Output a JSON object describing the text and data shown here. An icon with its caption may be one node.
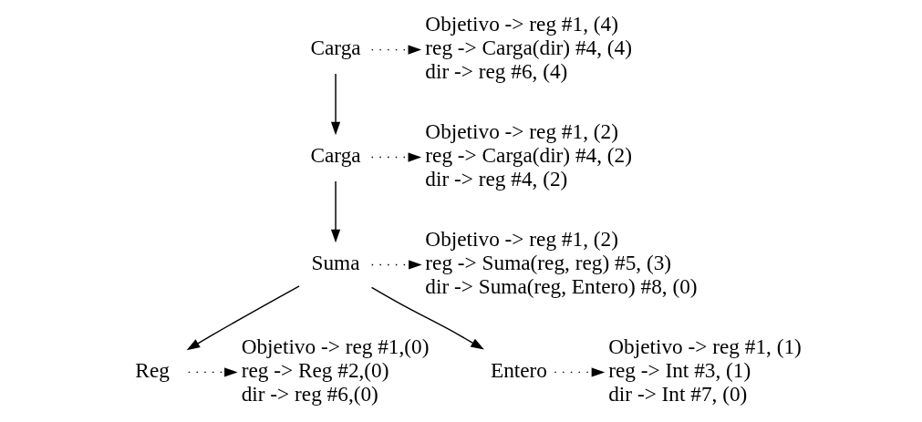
{
  "diagram": {
    "nodes": [
      {
        "text": [
          "Carga"
        ]
      },
      {
        "text": [
          "Objetivo -> reg #1, (4)",
          "reg -> Carga(dir) #4, (4)",
          "dir -> reg #6, (4)"
        ]
      },
      {
        "text": [
          "Objetivo -> reg #1, (2)",
          "reg -> Carga(dir) #4, (2)",
          "dir -> reg #4, (2)"
        ]
      },
      {
        "text": [
          "Carga"
        ]
      },
      {
        "text": [
          "Objetivo -> reg #1, (2)",
          "reg -> Suma(reg, reg) #5, (3)",
          "dir -> Suma(reg, Entero) #8, (0)"
        ]
      },
      {
        "text": [
          "Suma"
        ]
      },
      {
        "text": [
          "Objetivo -> reg #1,(0)",
          "reg -> Reg #2,(0)",
          "dir -> reg #6,(0)"
        ]
      },
      {
        "text": [
          "Reg"
        ]
      },
      {
        "text": [
          "Entero"
        ]
      },
      {
        "text": [
          "Objetivo -> reg #1, (1)",
          "reg -> Int #3, (1)",
          "dir -> Int #7, (0)"
        ]
      }
    ],
    "edges": [
      {
        "from": 0,
        "to": 1,
        "arrow": "to",
        "style": "dashed"
      },
      {
        "from": 0,
        "to": 3,
        "arrow": "to"
      },
      {
        "from": 3,
        "to": 2,
        "arrow": "to",
        "style": "dashed"
      },
      {
        "from": 3,
        "to": 5,
        "arrow": "to"
      },
      {
        "from": 5,
        "to": 4,
        "arrow": "to",
        "style": "dashed"
      },
      {
        "from": 5,
        "to": 7,
        "arrow": "to"
      },
      {
        "from": 5,
        "to": 8,
        "arrow": "to"
      },
      {
        "from": 7,
        "to": 6,
        "arrow": "to",
        "style": "dashed"
      },
      {
        "from": 8,
        "to": 9,
        "arrow": "to",
        "style": "dashed"
      }
    ]
  }
}
